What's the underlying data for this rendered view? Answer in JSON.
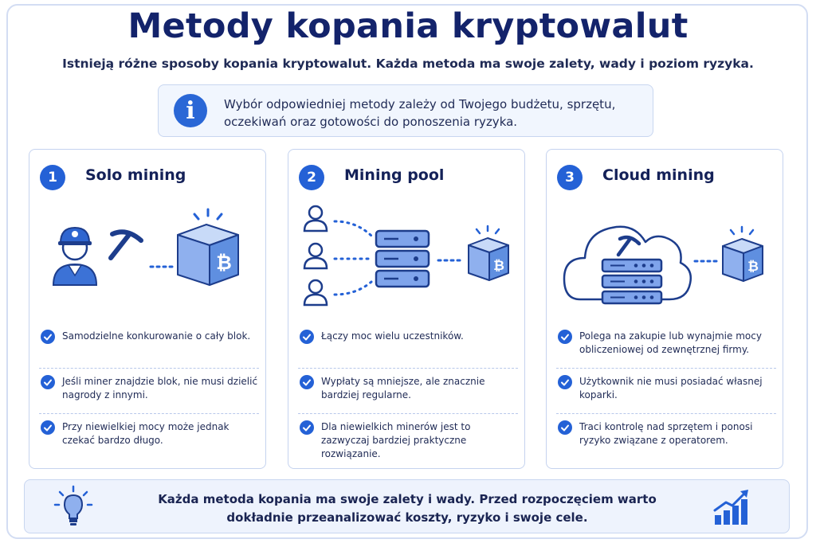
{
  "header": {
    "title": "Metody kopania kryptowalut",
    "subtitle": "Istnieją różne sposoby kopania kryptowalut. Każda metoda ma swoje zalety, wady i poziom ryzyka."
  },
  "info": {
    "icon": "info-icon",
    "line1": "Wybór odpowiedniej metody zależy od Twojego budżetu, sprzętu,",
    "line2": "oczekiwań oraz gotowości do ponoszenia ryzyka."
  },
  "cards": [
    {
      "number": "1",
      "title": "Solo mining",
      "items": [
        {
          "l1": "Samodzielne konkurowanie o cały blok.",
          "l2": ""
        },
        {
          "l1": "Jeśli miner znajdzie blok, nie musi dzielić",
          "l2": "nagrody z innymi."
        },
        {
          "l1": "Przy niewielkiej mocy może jednak",
          "l2": "czekać bardzo długo."
        }
      ]
    },
    {
      "number": "2",
      "title": "Mining pool",
      "items": [
        {
          "l1": "Łączy moc wielu uczestników.",
          "l2": ""
        },
        {
          "l1": "Wypłaty są mniejsze, ale znacznie",
          "l2": "bardziej regularne."
        },
        {
          "l1": "Dla niewielkich minerów jest to",
          "l2": "zazwyczaj bardziej praktyczne rozwiązanie."
        }
      ]
    },
    {
      "number": "3",
      "title": "Cloud mining",
      "items": [
        {
          "l1": "Polega na zakupie lub wynajmie mocy",
          "l2": "obliczeniowej od zewnętrznej firmy."
        },
        {
          "l1": "Użytkownik nie musi posiadać własnej",
          "l2": "koparki."
        },
        {
          "l1": "Traci kontrolę nad sprzętem i ponosi",
          "l2": "ryzyko związane z operatorem."
        }
      ]
    }
  ],
  "footer": {
    "line1": "Każda metoda kopania ma swoje zalety i wady. Przed rozpoczęciem warto",
    "line2": "dokładnie przeanalizować koszty, ryzyko i swoje cele.",
    "left_icon": "lightbulb-icon",
    "right_icon": "growth-chart-icon"
  },
  "colors": {
    "primary": "#2461d6",
    "title": "#13236b",
    "block_fill": "#8fb0ee",
    "border": "#c5d3ef"
  }
}
